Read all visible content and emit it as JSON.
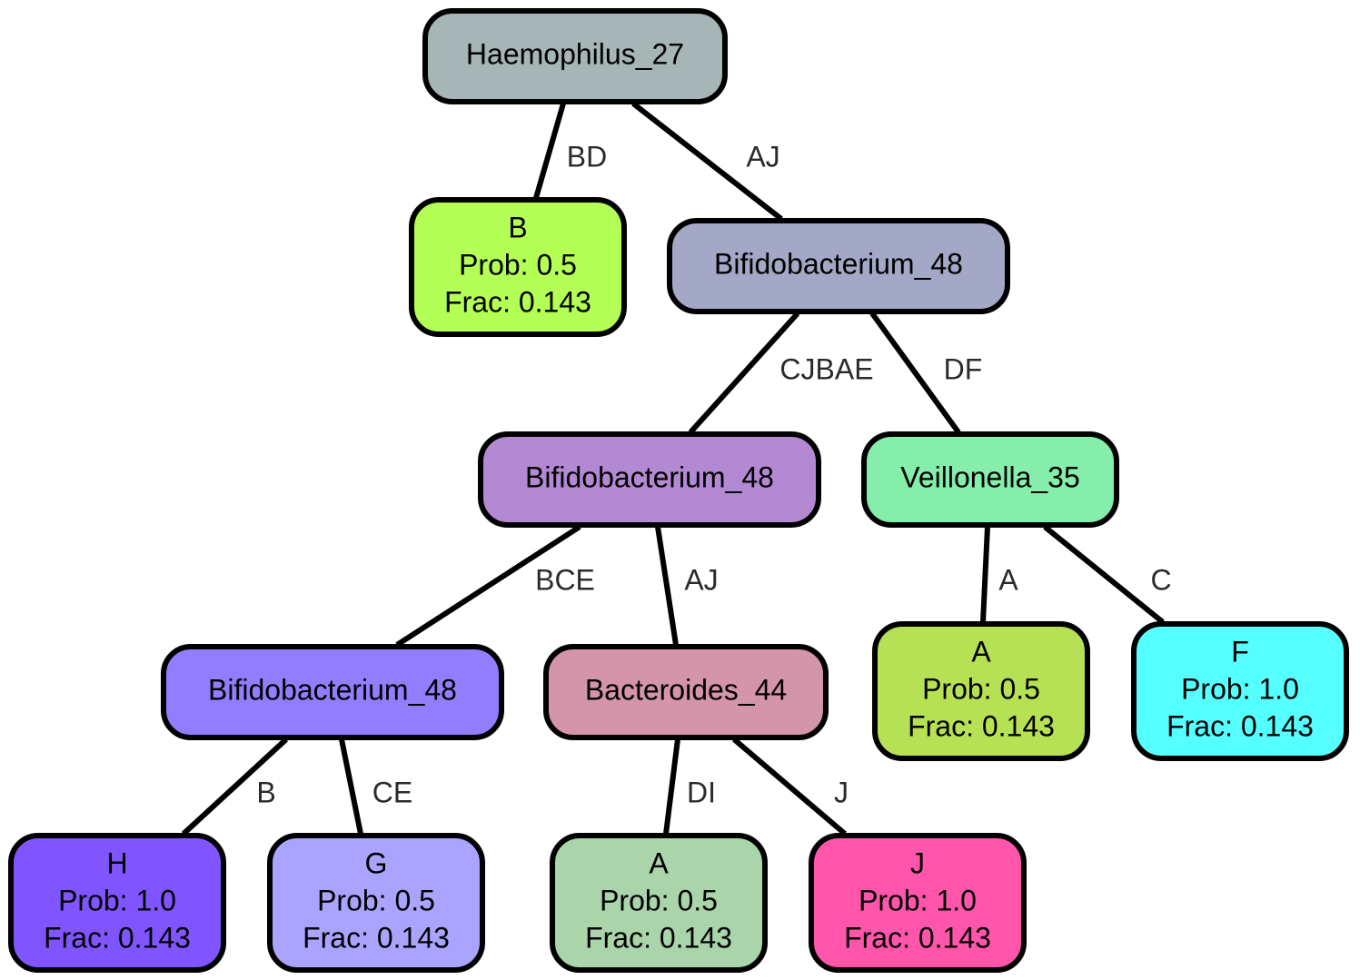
{
  "nodes": {
    "n0": {
      "lines": [
        "Haemophilus_27"
      ],
      "color": "#a6b5b5"
    },
    "n1": {
      "lines": [
        "B",
        "Prob: 0.5",
        "Frac: 0.143"
      ],
      "color": "#b3ff55"
    },
    "n2": {
      "lines": [
        "Bifidobacterium_48"
      ],
      "color": "#a3a8c6"
    },
    "n3": {
      "lines": [
        "Bifidobacterium_48"
      ],
      "color": "#b289d2"
    },
    "n4": {
      "lines": [
        "Veillonella_35"
      ],
      "color": "#84eeaa"
    },
    "n5": {
      "lines": [
        "Bifidobacterium_48"
      ],
      "color": "#937dff"
    },
    "n6": {
      "lines": [
        "Bacteroides_44"
      ],
      "color": "#d494aa"
    },
    "n7": {
      "lines": [
        "A",
        "Prob: 0.5",
        "Frac: 0.143"
      ],
      "color": "#b6e155"
    },
    "n8": {
      "lines": [
        "F",
        "Prob: 1.0",
        "Frac: 0.143"
      ],
      "color": "#55ffff"
    },
    "n9": {
      "lines": [
        "H",
        "Prob: 1.0",
        "Frac: 0.143"
      ],
      "color": "#8055ff"
    },
    "n10": {
      "lines": [
        "G",
        "Prob: 0.5",
        "Frac: 0.143"
      ],
      "color": "#aaa4ff"
    },
    "n11": {
      "lines": [
        "A",
        "Prob: 0.5",
        "Frac: 0.143"
      ],
      "color": "#aad4aa"
    },
    "n12": {
      "lines": [
        "J",
        "Prob: 1.0",
        "Frac: 0.143"
      ],
      "color": "#ff55aa"
    }
  },
  "edges": [
    {
      "from": "n0",
      "to": "n1",
      "label": "BD"
    },
    {
      "from": "n0",
      "to": "n2",
      "label": "AJ"
    },
    {
      "from": "n2",
      "to": "n3",
      "label": "CJBAE"
    },
    {
      "from": "n2",
      "to": "n4",
      "label": "DF"
    },
    {
      "from": "n3",
      "to": "n5",
      "label": "BCE"
    },
    {
      "from": "n3",
      "to": "n6",
      "label": "AJ"
    },
    {
      "from": "n4",
      "to": "n7",
      "label": "A"
    },
    {
      "from": "n4",
      "to": "n8",
      "label": "C"
    },
    {
      "from": "n5",
      "to": "n9",
      "label": "B"
    },
    {
      "from": "n5",
      "to": "n10",
      "label": "CE"
    },
    {
      "from": "n6",
      "to": "n11",
      "label": "DI"
    },
    {
      "from": "n6",
      "to": "n12",
      "label": "J"
    }
  ]
}
